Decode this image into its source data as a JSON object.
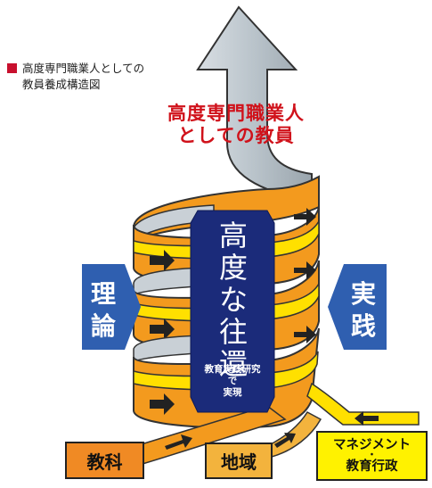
{
  "caption": {
    "line1": "高度専門職業人としての",
    "line2": "教員養成構造図"
  },
  "goal": {
    "line1": "高度専門職業人",
    "line2": "としての教員"
  },
  "left_arrow": {
    "char1": "理",
    "char2": "論"
  },
  "right_arrow": {
    "char1": "実",
    "char2": "践"
  },
  "center_panel": {
    "title_chars": [
      "高",
      "度",
      "な",
      "往",
      "還"
    ],
    "subtitle_line1": "教育実践研究",
    "subtitle_line2": "で",
    "subtitle_line3": "実現"
  },
  "inputs": {
    "kyoka": "教科",
    "chiiki": "地域",
    "mgmt_line1": "マネジメント",
    "mgmt_dot": "・",
    "mgmt_line2": "教育行政"
  },
  "colors": {
    "spiral_orange": "#f39a1e",
    "spiral_yellow": "#ffe000",
    "arrow_gray": "#b8c2c9",
    "panel_navy": "#1b2b7a",
    "side_blue": "#2f5fb0",
    "goal_red": "#d0121b",
    "caption_square": "#c8102e"
  }
}
